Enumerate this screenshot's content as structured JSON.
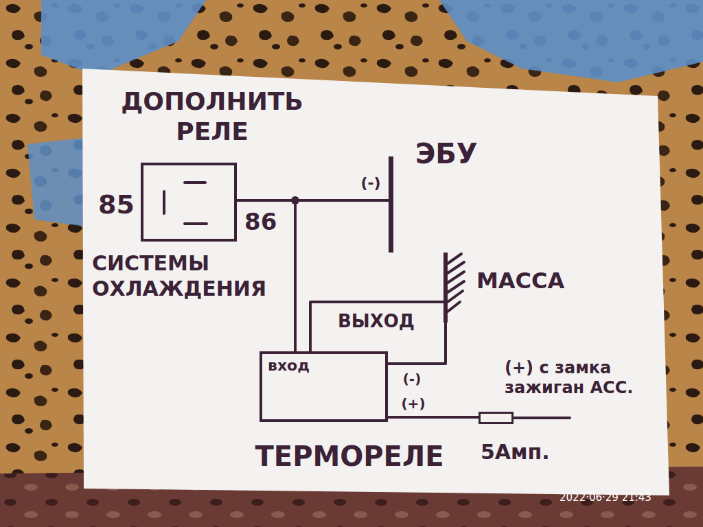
{
  "diagram": {
    "nodes": [
      {
        "text": [
          "ДОПОЛНИТЬ РЕЛЕ",
          "СИСТЕМЫ ОХЛАЖДЕНИЯ"
        ]
      },
      {
        "text": [
          "ЭБУ"
        ]
      },
      {
        "text": [
          "МАССА"
        ]
      },
      {
        "text": [
          "вход",
          "ТЕРМОРЕЛЕ"
        ]
      },
      {
        "text": [
          "5Амп."
        ]
      }
    ],
    "edges": [
      {
        "from": 0,
        "to": 1,
        "label": "(-)",
        "arrow": "none"
      },
      {
        "from": 3,
        "to": 0,
        "arrow": "none"
      },
      {
        "from": 3,
        "to": 1,
        "arrow": "none"
      },
      {
        "from": 3,
        "to": 2,
        "label": "ВЫХОД",
        "arrow": "none"
      },
      {
        "from": 3,
        "to": 2,
        "label": "(-)",
        "arrow": "none"
      },
      {
        "from": 3,
        "to": 4,
        "label": "(+)",
        "arrow": "none"
      }
    ],
    "labels": [
      "85",
      "86",
      "(+) с замка зажиган АСС.",
      "2022·06·29 21:43"
    ]
  }
}
